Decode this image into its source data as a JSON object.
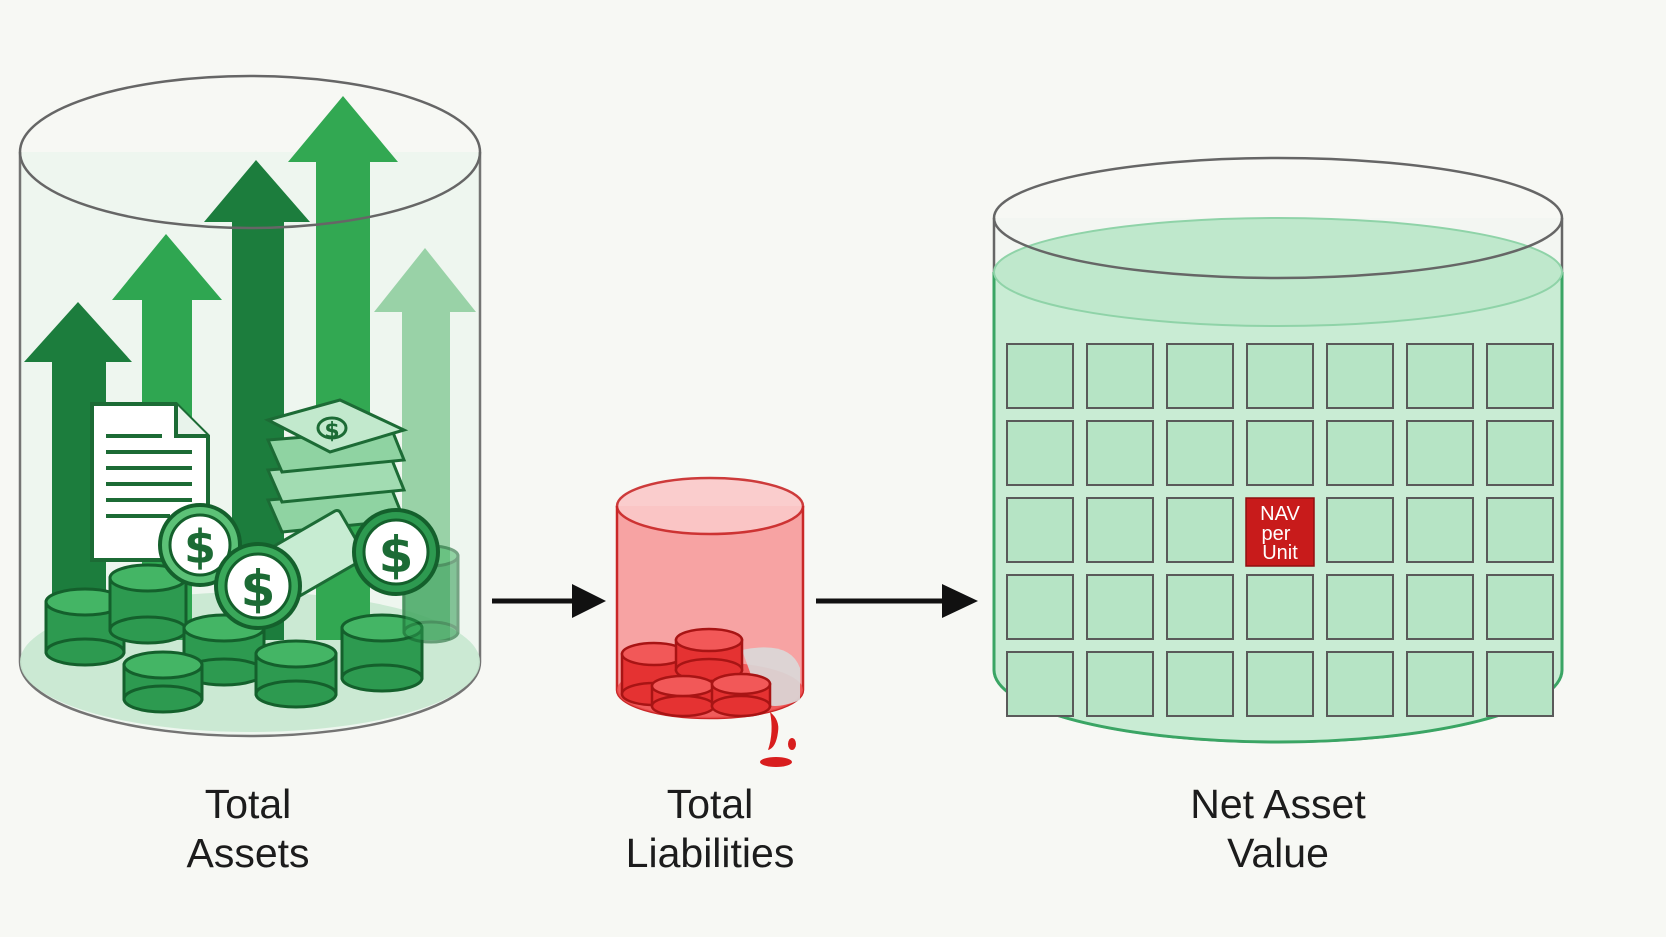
{
  "labels": {
    "total_assets": [
      "Total",
      "Assets"
    ],
    "total_liabilities": [
      "Total",
      "Liabilities"
    ],
    "net_asset_value": [
      "Net Asset",
      "Value"
    ],
    "nav_per_unit": [
      "NAV",
      "per",
      "Unit"
    ]
  },
  "icons": {
    "assets": [
      "growth-arrow-icon",
      "document-icon",
      "dollar-coin-icon",
      "cash-stack-icon",
      "coin-stack-icon"
    ],
    "liabilities": [
      "red-coin-stack-icon",
      "red-drip-icon"
    ],
    "connectors": [
      "arrow-right-icon"
    ]
  },
  "nav_grid": {
    "rows": 5,
    "columns": 7,
    "highlight_row": 3,
    "highlight_column": 4
  },
  "colors": {
    "background": "#f7f8f4",
    "asset_green": "#1e8a45",
    "asset_light_green": "#b9e3c6",
    "liability_red": "#e52a2a",
    "nav_cell": "#b6e4c5",
    "nav_badge": "#c81b1b",
    "outline": "#555555"
  }
}
